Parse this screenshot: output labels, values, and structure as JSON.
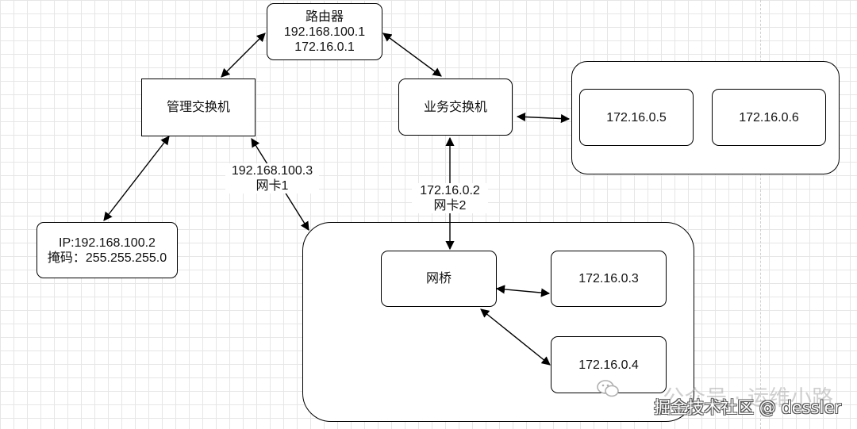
{
  "router": {
    "title": "路由器",
    "ip1": "192.168.100.1",
    "ip2": "172.16.0.1"
  },
  "mgmt_switch": {
    "label": "管理交换机"
  },
  "biz_switch": {
    "label": "业务交换机"
  },
  "vm_top_left": {
    "label": "172.16.0.5"
  },
  "vm_top_right": {
    "label": "172.16.0.6"
  },
  "client": {
    "ip": "IP:192.168.100.2",
    "mask": "掩码：255.255.255.0"
  },
  "nic1": {
    "ip": "192.168.100.3",
    "name": "网卡1"
  },
  "nic2": {
    "ip": "172.16.0.2",
    "name": "网卡2"
  },
  "bridge": {
    "label": "网桥"
  },
  "vm_bridge_top": {
    "label": "172.16.0.3"
  },
  "vm_bridge_bottom": {
    "label": "172.16.0.4"
  },
  "watermark": {
    "line1": "公众号 · 运维小路",
    "line2": "掘金技术社区 @ dessler"
  },
  "colors": {
    "stroke": "#000000",
    "grid": "#e6e6e6",
    "background": "#ffffff"
  }
}
